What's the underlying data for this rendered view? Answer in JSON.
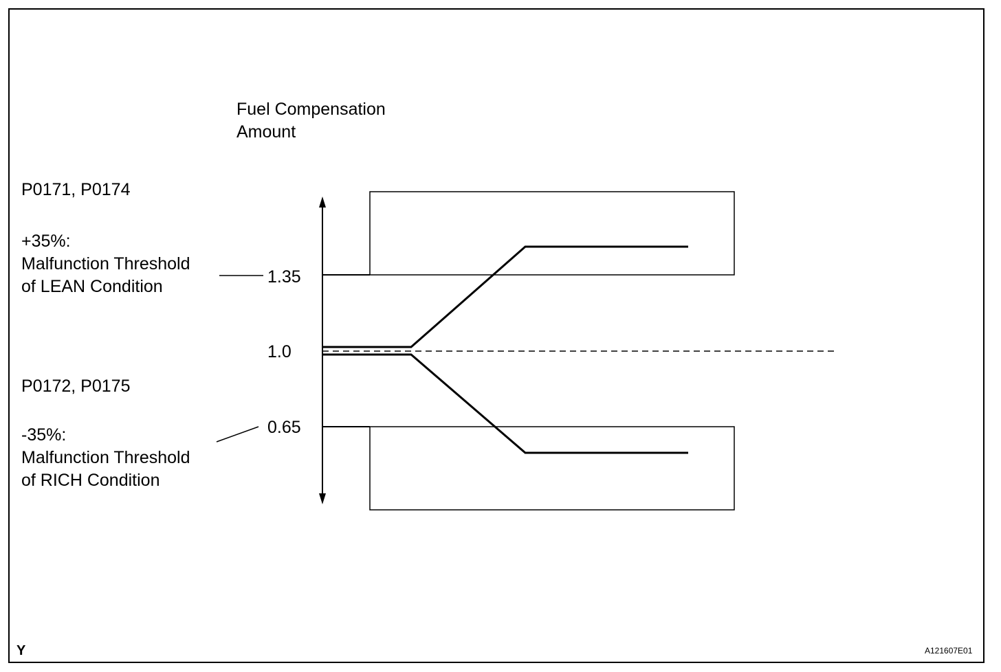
{
  "axis_title": {
    "line1": "Fuel Compensation",
    "line2": "Amount"
  },
  "lean": {
    "codes": "P0171, P0174",
    "percent": "+35%:",
    "threshold_line1": "Malfunction Threshold",
    "threshold_line2": "of LEAN Condition"
  },
  "rich": {
    "codes": "P0172, P0175",
    "percent": "-35%:",
    "threshold_line1": "Malfunction Threshold",
    "threshold_line2": "of RICH Condition"
  },
  "ticks": {
    "upper": "1.35",
    "middle": "1.0",
    "lower": "0.65"
  },
  "footer": {
    "corner_letter": "Y",
    "figure_id": "A121607E01"
  },
  "colors": {
    "line": "#000000",
    "background": "#ffffff"
  }
}
